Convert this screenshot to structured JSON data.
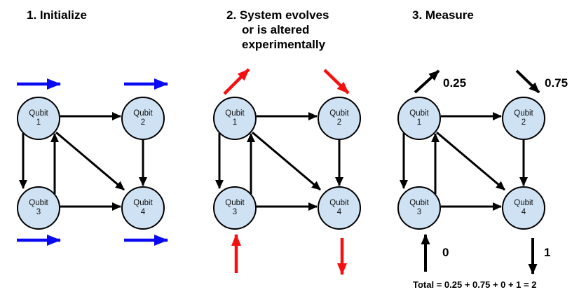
{
  "colors": {
    "background": "#ffffff",
    "node_fill": "#cfe2f3",
    "node_border": "#000000",
    "edge": "#000000",
    "init_arrow": "#0a0af0",
    "perturb_arrow": "#f50f0f",
    "text": "#000000"
  },
  "panels": [
    {
      "step": "initialize",
      "title": "1. Initialize"
    },
    {
      "step": "evolve",
      "title": "2. System evolves\nor is altered\nexperimentally"
    },
    {
      "step": "measure",
      "title": "3. Measure"
    }
  ],
  "qubit_labels": [
    "Qubit\n1",
    "Qubit\n2",
    "Qubit\n3",
    "Qubit\n4"
  ],
  "graph_edges": [
    "Qubit1→Qubit2",
    "Qubit1→Qubit3",
    "Qubit3→Qubit1",
    "Qubit1→Qubit4",
    "Qubit2→Qubit4",
    "Qubit3→Qubit4"
  ],
  "measure": {
    "values": {
      "qubit1": "0.25",
      "qubit2": "0.75",
      "qubit3": "0",
      "qubit4": "1"
    },
    "total": "Total = 0.25 + 0.75 + 0 + 1 = 2"
  }
}
